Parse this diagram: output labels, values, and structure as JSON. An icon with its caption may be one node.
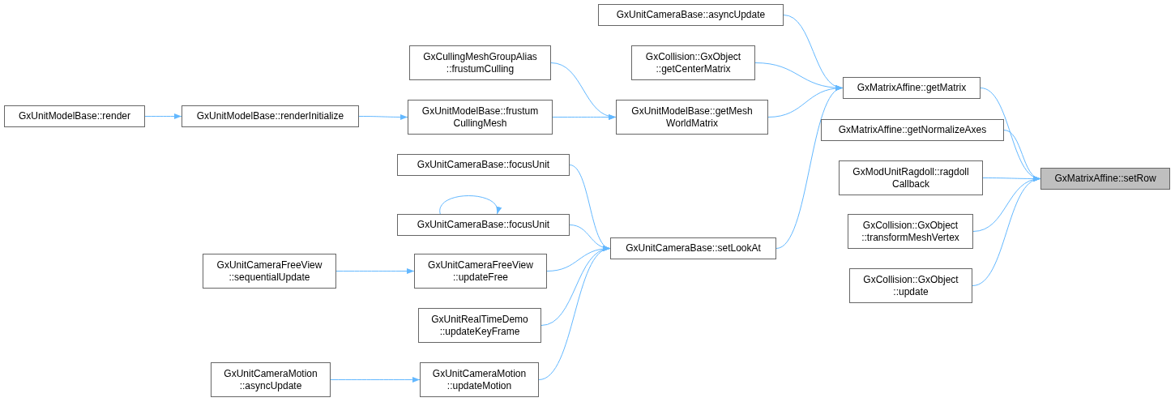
{
  "diagram": {
    "nodes": [
      {
        "text": [
          "GxMatrixAffine::setRow"
        ]
      },
      {
        "text": [
          "GxMatrixAffine::getMatrix"
        ]
      },
      {
        "text": [
          "GxUnitCameraBase::asyncUpdate"
        ]
      },
      {
        "text": [
          "GxCollision::GxObject ::getCenterMatrix"
        ]
      },
      {
        "text": [
          "GxUnitModelBase::getMesh WorldMatrix"
        ]
      },
      {
        "text": [
          "GxCullingMeshGroupAlias ::frustumCulling"
        ]
      },
      {
        "text": [
          "GxUnitModelBase::frustum CullingMesh"
        ]
      },
      {
        "text": [
          "GxUnitModelBase::renderInitialize"
        ]
      },
      {
        "text": [
          "GxUnitModelBase::render"
        ]
      },
      {
        "text": [
          "GxUnitCameraBase::setLookAt"
        ]
      },
      {
        "text": [
          "GxUnitCameraBase::focusUnit"
        ]
      },
      {
        "text": [
          "GxUnitCameraBase::focusUnit"
        ]
      },
      {
        "text": [
          "GxUnitCameraFreeView ::updateFree"
        ]
      },
      {
        "text": [
          "GxUnitCameraFreeView ::sequentialUpdate"
        ]
      },
      {
        "text": [
          "GxUnitRealTimeDemo ::updateKeyFrame"
        ]
      },
      {
        "text": [
          "GxUnitCameraMotion ::updateMotion"
        ]
      },
      {
        "text": [
          "GxUnitCameraMotion ::asyncUpdate"
        ]
      },
      {
        "text": [
          "GxMatrixAffine::getNormalizeAxes"
        ]
      },
      {
        "text": [
          "GxModUnitRagdoll::ragdoll Callback"
        ]
      },
      {
        "text": [
          "GxCollision::GxObject ::transformMeshVertex"
        ]
      },
      {
        "text": [
          "GxCollision::GxObject ::update"
        ]
      }
    ],
    "edges": [
      {
        "from": 8,
        "to": 7,
        "arrow": "to"
      },
      {
        "from": 7,
        "to": 6,
        "arrow": "to"
      },
      {
        "from": 5,
        "to": 4,
        "arrow": "to"
      },
      {
        "from": 6,
        "to": 4,
        "arrow": "to"
      },
      {
        "from": 2,
        "to": 1,
        "arrow": "to"
      },
      {
        "from": 3,
        "to": 1,
        "arrow": "to"
      },
      {
        "from": 4,
        "to": 1,
        "arrow": "to"
      },
      {
        "from": 9,
        "to": 1,
        "arrow": "to"
      },
      {
        "from": 1,
        "to": 0,
        "arrow": "to"
      },
      {
        "from": 17,
        "to": 0,
        "arrow": "to"
      },
      {
        "from": 18,
        "to": 0,
        "arrow": "to"
      },
      {
        "from": 19,
        "to": 0,
        "arrow": "to"
      },
      {
        "from": 20,
        "to": 0,
        "arrow": "to"
      },
      {
        "from": 10,
        "to": 9,
        "arrow": "to"
      },
      {
        "from": 11,
        "to": 11,
        "arrow": "to"
      },
      {
        "from": 11,
        "to": 9,
        "arrow": "to"
      },
      {
        "from": 12,
        "to": 9,
        "arrow": "to"
      },
      {
        "from": 13,
        "to": 12,
        "arrow": "to"
      },
      {
        "from": 14,
        "to": 9,
        "arrow": "to"
      },
      {
        "from": 15,
        "to": 9,
        "arrow": "to"
      },
      {
        "from": 16,
        "to": 15,
        "arrow": "to"
      }
    ]
  }
}
